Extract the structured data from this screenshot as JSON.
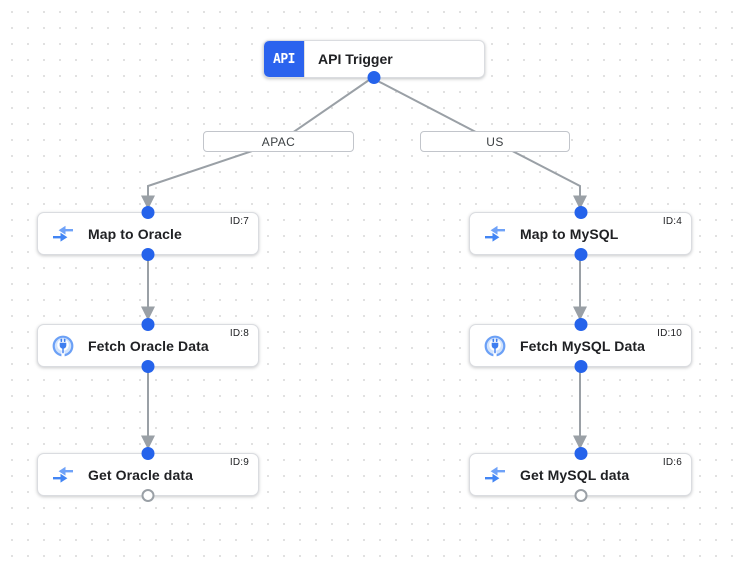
{
  "trigger": {
    "badge_text": "API",
    "title": "API Trigger"
  },
  "branches": [
    {
      "label": "APAC"
    },
    {
      "label": "US"
    }
  ],
  "nodes": [
    {
      "title": "Map to Oracle",
      "id": "ID:7",
      "icon": "data-mapping"
    },
    {
      "title": "Fetch Oracle Data",
      "id": "ID:8",
      "icon": "connector"
    },
    {
      "title": "Get Oracle data",
      "id": "ID:9",
      "icon": "data-mapping"
    },
    {
      "title": "Map to MySQL",
      "id": "ID:4",
      "icon": "data-mapping"
    },
    {
      "title": "Fetch MySQL Data",
      "id": "ID:10",
      "icon": "connector"
    },
    {
      "title": "Get MySQL data",
      "id": "ID:6",
      "icon": "data-mapping"
    }
  ],
  "colors": {
    "edge": "#9aa0a6",
    "port_blue": "#2563eb",
    "trigger_badge_blue": "#2b63ee",
    "icon_blue": "#4285f4",
    "icon_blue_light": "#6fa2f8",
    "node_border": "#dadce0",
    "grid_dot": "#e1e1e1"
  }
}
